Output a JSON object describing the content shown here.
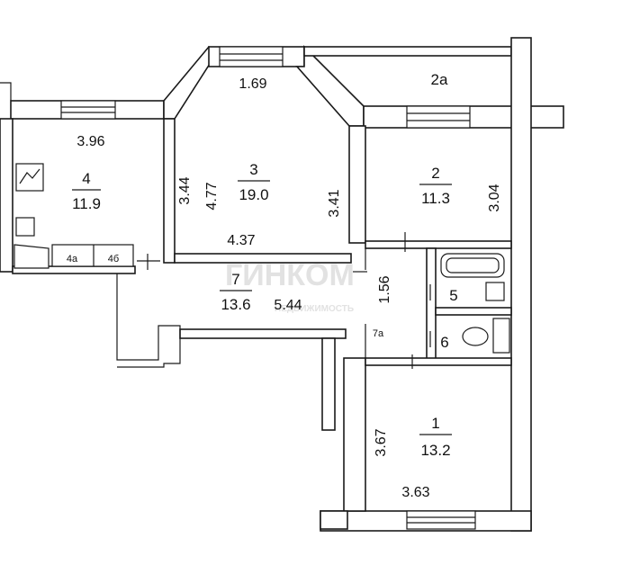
{
  "rooms": {
    "r4": {
      "number": "4",
      "area": "11.9"
    },
    "r3": {
      "number": "3",
      "area": "19.0"
    },
    "r2": {
      "number": "2",
      "area": "11.3"
    },
    "r7": {
      "number": "7",
      "area": "13.6"
    },
    "r1": {
      "number": "1",
      "area": "13.2"
    },
    "r2a": {
      "number": "2а"
    },
    "r4a": {
      "number": "4а"
    },
    "r4b": {
      "number": "4б"
    },
    "r5": {
      "number": "5"
    },
    "r6": {
      "number": "6"
    },
    "r7a": {
      "number": "7а"
    }
  },
  "dimensions": {
    "d396": "3.96",
    "d169": "1.69",
    "d344": "3.44",
    "d477": "4.77",
    "d341": "3.41",
    "d437": "4.37",
    "d304": "3.04",
    "d156": "1.56",
    "d544": "5.44",
    "d367": "3.67",
    "d363": "3.63"
  },
  "watermark": {
    "brand": "ГИНКОМ",
    "sub": "НЕДВИЖИМОСТЬ"
  }
}
